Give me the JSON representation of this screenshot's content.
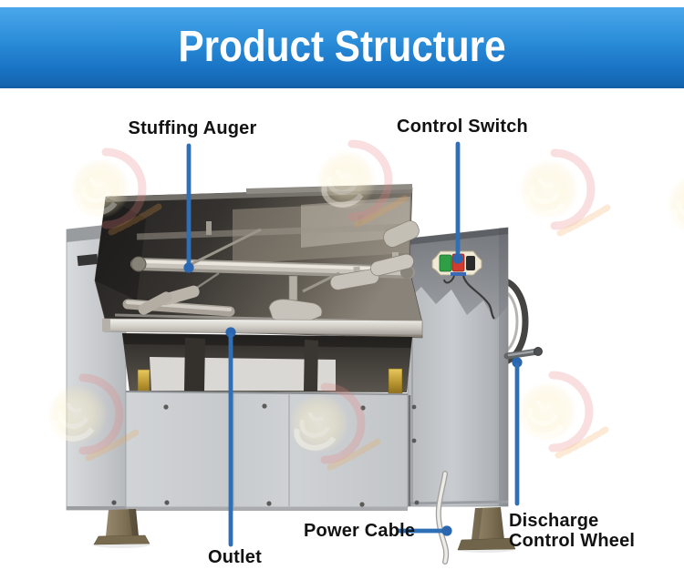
{
  "banner": {
    "title": "Product Structure"
  },
  "callouts": {
    "stuffing_auger": {
      "label": "Stuffing Auger"
    },
    "control_switch": {
      "label": "Control Switch"
    },
    "outlet": {
      "label": "Outlet"
    },
    "power_cable": {
      "label": "Power Cable"
    },
    "discharge_control_wheel": {
      "line1": "Discharge",
      "line2": "Control Wheel"
    }
  },
  "colors": {
    "banner_gradient_top": "#4aa7ea",
    "banner_gradient_bottom": "#1465af",
    "banner_text": "#ffffff",
    "callout_line": "#2f6fb6",
    "callout_dot": "#2b66b0",
    "label_text": "#121212",
    "switch_green_button": "#2f9e44",
    "switch_red_button": "#d13a2e",
    "switch_plate": "#efe9d6",
    "machine_steel_light": "#cdd0d3",
    "machine_steel_dark": "#35322f",
    "foot_bronze": "#8a7c60",
    "watermark_ring": "#e98282",
    "watermark_fill": "#fdf2cf"
  }
}
